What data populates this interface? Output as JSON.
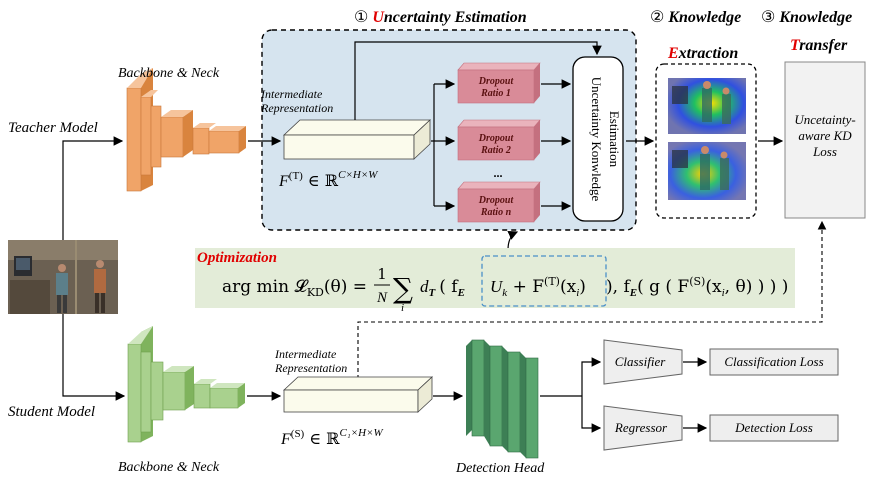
{
  "colors": {
    "teacher": "#f0a468",
    "teacher_dark": "#d9843e",
    "student": "#a9d18e",
    "student_dark": "#7fb35d",
    "dropout": "#d98b98",
    "dropout_dark": "#c4707f",
    "panel_bg": "#d6e4ef",
    "formula_bg": "#e3ecd8",
    "accent_red": "#e00000",
    "dashed_blue": "#4a90c8"
  },
  "stage1": {
    "num": "①",
    "first": "U",
    "rest": "ncertainty Estimation"
  },
  "stage2": {
    "num": "②",
    "line1": "Knowledge",
    "first": "E",
    "rest": "xtraction"
  },
  "stage3": {
    "num": "③",
    "line1": "Knowledge",
    "first": "T",
    "rest": "ransfer"
  },
  "teacher": {
    "model_label": "Teacher Model",
    "backbone_label": "Backbone & Neck",
    "ir_label_1": "Intermediate",
    "ir_label_2": "Representation",
    "feature_F": "F",
    "feature_sup": "(T)",
    "feature_rest": " ∈ ℝ",
    "feature_dims": "C×H×W"
  },
  "dropout": [
    {
      "line1": "Dropout",
      "line2": "Ratio 1"
    },
    {
      "line1": "Dropout",
      "line2": "Ratio 2"
    },
    {
      "line1": "Dropout",
      "line2": "Ratio n"
    }
  ],
  "dots": "...",
  "uke": {
    "line1": "Uncertainty Konwledge",
    "line2": "Estimation"
  },
  "kd_loss": {
    "line1": "Uncetainty-",
    "line2": "aware KD",
    "line3": "Loss"
  },
  "optimization": {
    "label": "Optimization",
    "lhs": "arg min 𝓛",
    "lhs_sub": "KD",
    "lhs_arg": "(θ) =",
    "frac_num": "1",
    "frac_den": "N",
    "sum": "∑",
    "sum_sub": "i",
    "d": "d",
    "d_sub": "T",
    "f1": "( f",
    "f1_sub": "E",
    "inner": "U",
    "inner_sub": "k",
    "inner_plus": " + F",
    "inner_sup": "(T)",
    "inner_end": "(x",
    "inner_end_sub": "i",
    "inner_close": ")",
    "mid": "), f",
    "mid_sub": "E",
    "g_part": "( g ( F",
    "g_sup": "(S)",
    "g_end": "(x",
    "g_end_sub": "i",
    "g_close": ", θ) ) ) )"
  },
  "student": {
    "model_label": "Student Model",
    "backbone_label": "Backbone & Neck",
    "ir_label_1": "Intermediate",
    "ir_label_2": "Representation",
    "feature_F": "F",
    "feature_sup": "(S)",
    "feature_rest": " ∈ ℝ",
    "feature_dims": "C₁×H×W",
    "head_label": "Detection Head",
    "classifier": "Classifier",
    "regressor": "Regressor",
    "cls_loss": "Classification Loss",
    "det_loss": "Detection Loss"
  }
}
